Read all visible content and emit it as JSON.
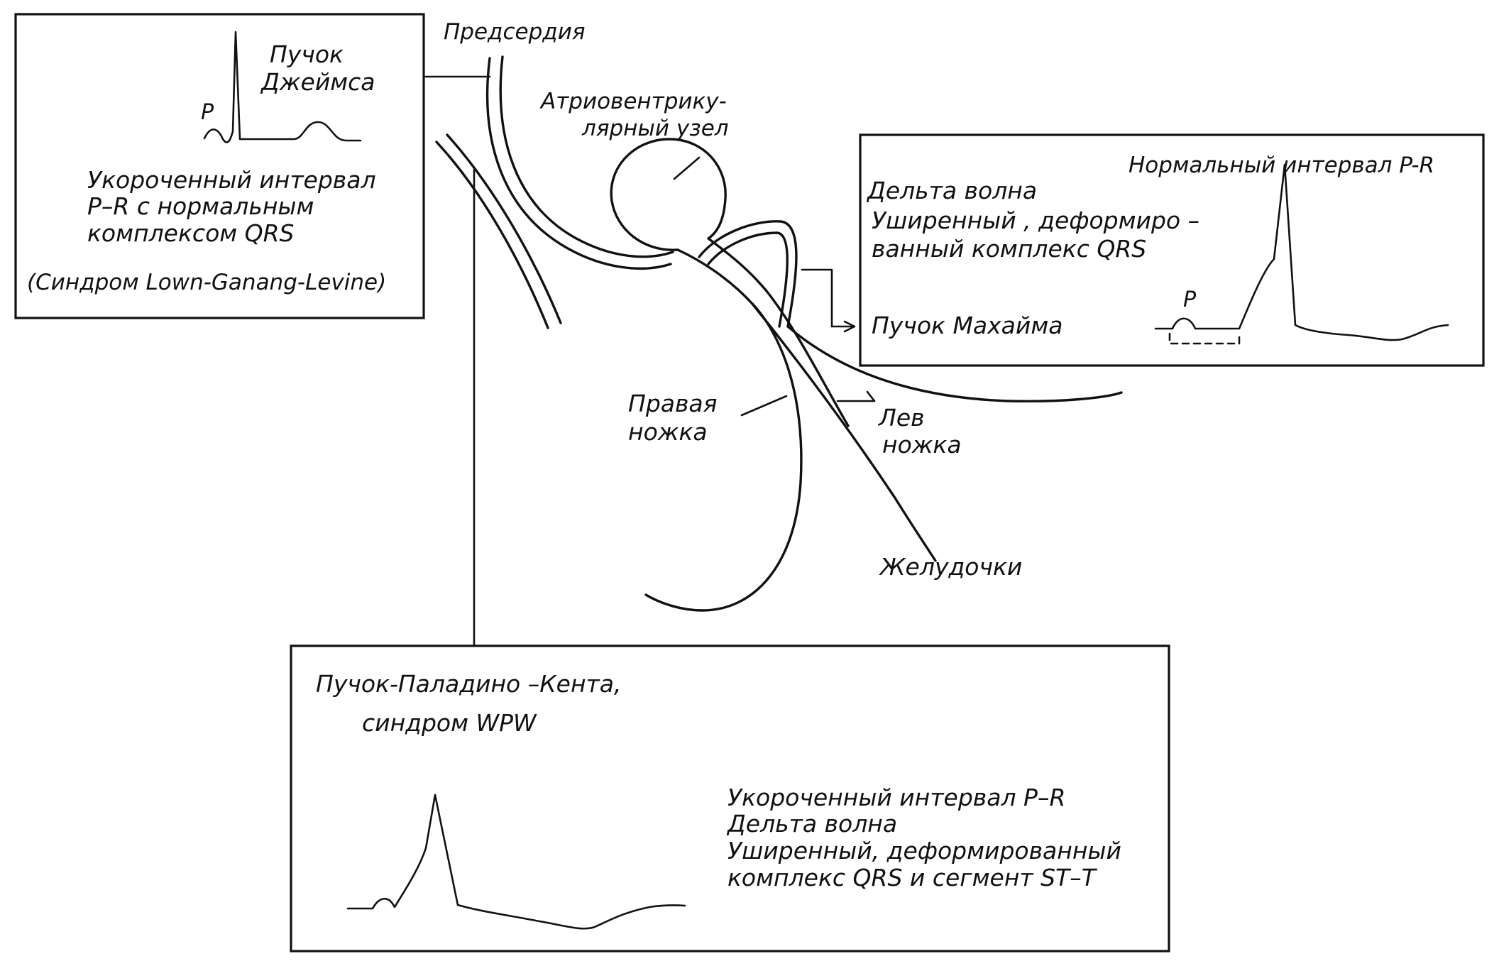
{
  "labels": {
    "atria": "Предсердия",
    "av_node_line1": "Атриовентрику-",
    "av_node_line2": "лярный узел",
    "right_bundle_line1": "Правая",
    "right_bundle_line2": "ножка",
    "left_bundle_line1": "Лев",
    "left_bundle_line2": "ножка",
    "ventricles": "Желудочки"
  },
  "james_box": {
    "bundle_line1": "Пучок",
    "bundle_line2": "Джеймса",
    "p_label": "P",
    "desc_line1": "Укороченный интервал",
    "desc_line2": "P–R с нормальным",
    "desc_line3": "комплексом QRS",
    "syndrome": "(Синдром Lown-Ganang-Levine)"
  },
  "mahaim_box": {
    "normal_interval": "Нормальный интервал P-R",
    "delta_wave": "Дельта волна",
    "widened_line1": "Уширенный , деформиро –",
    "widened_line2": "ванный комплекс QRS",
    "bundle": "Пучок Махайма",
    "p_label": "P"
  },
  "kent_box": {
    "title_line1": "Пучок-Паладино –Кента,",
    "title_line2": "синдром WPW",
    "desc_line1": "Укороченный интервал P–R",
    "desc_line2": "Дельта волна",
    "desc_line3": "Уширенный, деформированный",
    "desc_line4": "комплекс QRS и сегмент ST–T"
  }
}
